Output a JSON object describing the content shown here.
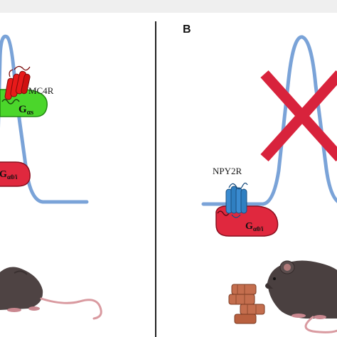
{
  "panels": [
    {
      "letter": "",
      "receptor": "MC4R",
      "g_protein_active": "Gαs",
      "g_protein_inactive": "Gα0/i",
      "state": "active signaling"
    },
    {
      "letter": "B",
      "receptor": "NPY2R",
      "g_protein": "Gα0/i",
      "state": "signaling blocked"
    }
  ],
  "labels": {
    "panel_b_letter": "B",
    "mc4r": "MC4R",
    "npy2r": "NPY2R",
    "g_main": "G",
    "g_as_sub": "αs",
    "g_a0i_sub": "α0/i"
  },
  "colors": {
    "membrane": "#7aa3d8",
    "gas_green": "#4bd62b",
    "gi_red": "#e0283e",
    "mc4r_red": "#e81a1a",
    "npy2r_blue": "#2f7fc1",
    "cross_red": "#d8233c",
    "mouse": "#4a4040",
    "tail_pink": "#d99aa0",
    "food": "#c46e4e"
  },
  "icons": [
    "mouse-icon",
    "food-pellet-icon",
    "receptor-icon",
    "cross-icon"
  ]
}
